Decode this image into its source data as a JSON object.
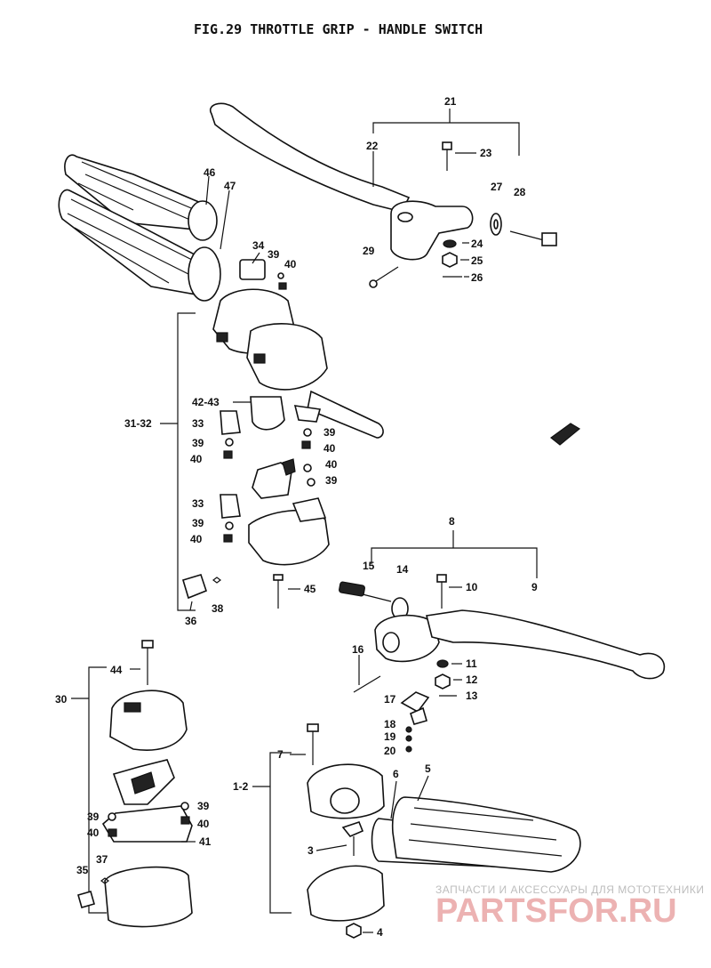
{
  "title": "FIG.29  THROTTLE GRIP - HANDLE SWITCH",
  "labels": {
    "l21": "21",
    "l22": "22",
    "l23": "23",
    "l27": "27",
    "l28": "28",
    "l29": "29",
    "l24": "24",
    "l25": "25",
    "l26": "26",
    "l46": "46",
    "l47": "47",
    "l34": "34",
    "l39a": "39",
    "l40a": "40",
    "l4243": "42-43",
    "l3132": "31-32",
    "l33a": "33",
    "l39b": "39",
    "l40b": "40",
    "l39c": "39",
    "l40c": "40",
    "l40d": "40",
    "l39d": "39",
    "l33b": "33",
    "l39e": "39",
    "l40e": "40",
    "l45": "45",
    "l36": "36",
    "l38": "38",
    "l8": "8",
    "l15": "15",
    "l14": "14",
    "l10": "10",
    "l9": "9",
    "l16": "16",
    "l11": "11",
    "l12": "12",
    "l17": "17",
    "l13": "13",
    "l18": "18",
    "l19": "19",
    "l20": "20",
    "l30": "30",
    "l44": "44",
    "l39f": "39",
    "l40f": "40",
    "l39g": "39",
    "l40g": "40",
    "l41": "41",
    "l35": "35",
    "l37": "37",
    "l7": "7",
    "l12b": "1-2",
    "l3": "3",
    "l6": "6",
    "l5": "5",
    "l4": "4"
  },
  "watermark": {
    "line1": "ЗАПЧАСТИ И АКСЕССУАРЫ ДЛЯ МОТОТЕХНИКИ",
    "line2": "PARTSFOR.RU"
  }
}
